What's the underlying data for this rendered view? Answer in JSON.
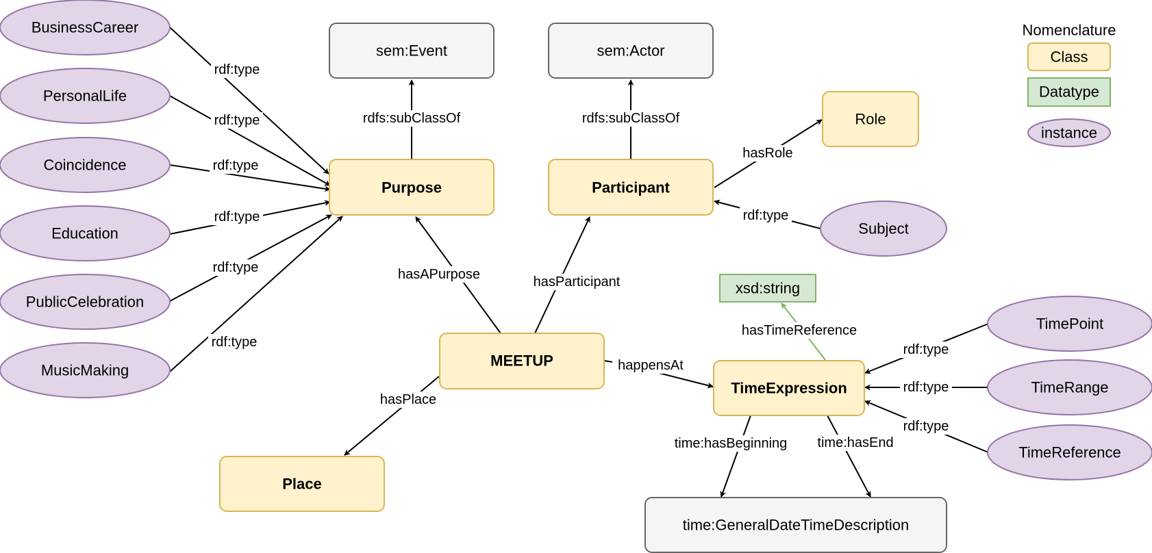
{
  "legend": {
    "title": "Nomenclature",
    "class_label": "Class",
    "datatype_label": "Datatype",
    "instance_label": "instance"
  },
  "nodes": {
    "sem_event": "sem:Event",
    "sem_actor": "sem:Actor",
    "purpose": "Purpose",
    "participant": "Participant",
    "role": "Role",
    "subject": "Subject",
    "meetup": "MEETUP",
    "place": "Place",
    "xsd_string": "xsd:string",
    "time_expression": "TimeExpression",
    "general_date_time": "time:GeneralDateTimeDescription",
    "business_career": "BusinessCareer",
    "personal_life": "PersonalLife",
    "coincidence": "Coincidence",
    "education": "Education",
    "public_celebration": "PublicCelebration",
    "music_making": "MusicMaking",
    "time_point": "TimePoint",
    "time_range": "TimeRange",
    "time_reference": "TimeReference"
  },
  "edges": {
    "rdf_type": "rdf:type",
    "rdfs_subclassof": "rdfs:subClassOf",
    "has_role": "hasRole",
    "has_a_purpose": "hasAPurpose",
    "has_participant": "hasParticipant",
    "has_place": "hasPlace",
    "happens_at": "happensAt",
    "has_time_reference": "hasTimeReference",
    "time_has_beginning": "time:hasBeginning",
    "time_has_end": "time:hasEnd"
  },
  "colors": {
    "class_fill": "#fff2cc",
    "class_stroke": "#d6b656",
    "datatype_fill": "#d5e8d4",
    "datatype_stroke": "#82b366",
    "instance_fill": "#e1d5e7",
    "instance_stroke": "#9673a6",
    "external_fill": "#f5f5f5",
    "external_stroke": "#666666"
  }
}
